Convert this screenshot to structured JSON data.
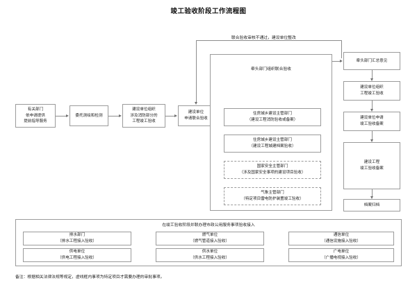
{
  "title": "竣工验收阶段工作流程图",
  "flow": {
    "left_chain": [
      {
        "id": "pre-guidance",
        "lines": [
          "有关部门",
          "依申请提供",
          "提前指导服务"
        ]
      },
      {
        "id": "survey-test",
        "lines": [
          "委托测绘和检测"
        ]
      },
      {
        "id": "fire-acceptance",
        "lines": [
          "建设单位组织",
          "涉及消防部分的",
          "工程竣工验收"
        ]
      },
      {
        "id": "apply-joint",
        "lines": [
          "建设单位",
          "申请联合验收"
        ]
      }
    ],
    "reject_label": "联合验收审核不通过，建设单位整改",
    "joint_group": {
      "label": "牵头部门组织联合验收",
      "members": [
        {
          "id": "housing-fire",
          "dashed": false,
          "lines": [
            "住房城乡建设主管部门",
            "（建设工程消防验收或备案）"
          ]
        },
        {
          "id": "housing-archive",
          "dashed": false,
          "lines": [
            "住房城乡建设主管部门",
            "（建设工程城建档案验收）"
          ]
        },
        {
          "id": "national-security",
          "dashed": true,
          "lines": [
            "国家安全主管部门",
            "（涉及国家安全事项的建设项目验收）"
          ]
        },
        {
          "id": "meteorology",
          "dashed": true,
          "lines": [
            "气象主管部门",
            "（特定项目雷电防护装置竣工验收）"
          ]
        }
      ]
    },
    "right_chain": [
      {
        "id": "lead-summary",
        "lines": [
          "牵头部门汇总意见"
        ]
      },
      {
        "id": "owner-acceptance",
        "lines": [
          "建设单位组织",
          "工程竣工验收"
        ]
      },
      {
        "id": "apply-record",
        "lines": [
          "建设单位申请",
          "竣工验收备案"
        ]
      },
      {
        "id": "project-record",
        "lines": [
          "建设工程",
          "竣工验收备案"
        ]
      },
      {
        "id": "file-archive",
        "lines": [
          "档案归档"
        ]
      }
    ]
  },
  "utilities": {
    "label": "在竣工验收阶段并联办理市政公用服务事项验收接入",
    "items": [
      {
        "id": "drainage",
        "lines": [
          "排水部门",
          "（排水工程接入验收）"
        ]
      },
      {
        "id": "gas",
        "lines": [
          "燃气单位",
          "（燃气管道接入验收）"
        ]
      },
      {
        "id": "telecom",
        "lines": [
          "通信单位",
          "（通信设施接入验收）"
        ]
      },
      {
        "id": "power",
        "lines": [
          "供电单位",
          "（供电工程接入验收）"
        ]
      },
      {
        "id": "water",
        "lines": [
          "供水单位",
          "（供水工程接入验收）"
        ]
      },
      {
        "id": "broadcast",
        "lines": [
          "广电单位",
          "（广播电视接入验收）"
        ]
      }
    ]
  },
  "footer": "备注：根据相关法律法规等规定，虚线框内事项为特定项目才需要办理的审批事项。"
}
